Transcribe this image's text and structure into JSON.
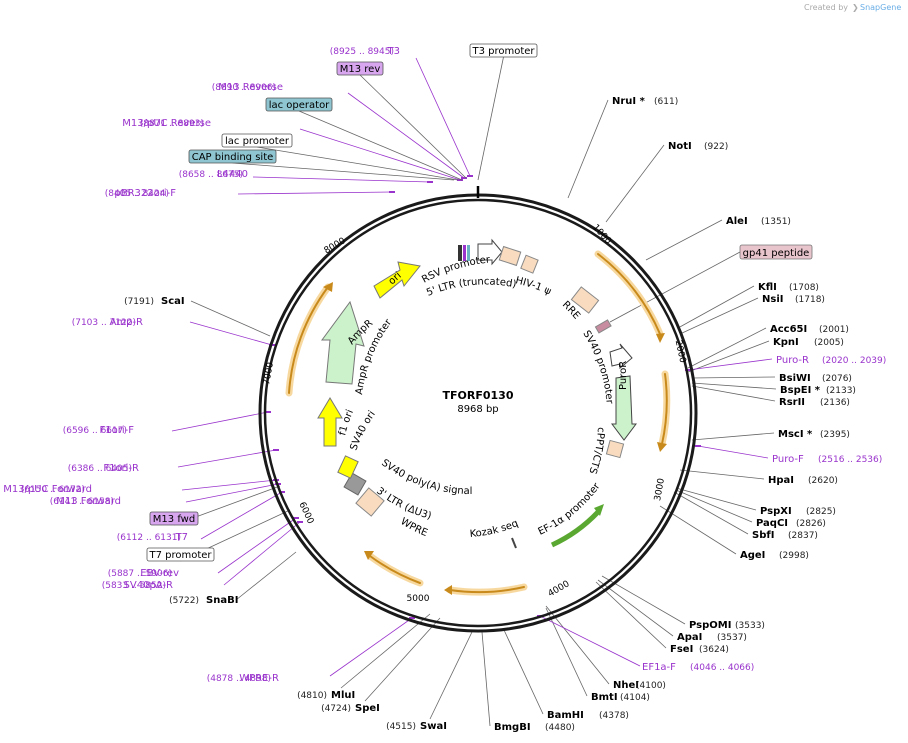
{
  "credit": {
    "created_by": "Created by",
    "brand": "SnapGene"
  },
  "plasmid": {
    "name": "TFORF0130",
    "length_label": "8968 bp",
    "length": 8968
  },
  "tick_labels": [
    "1000",
    "2000",
    "3000",
    "4000",
    "5000",
    "6000",
    "7000",
    "8000"
  ],
  "right_sites": [
    {
      "name": "NruI *",
      "pos": "(611)"
    },
    {
      "name": "NotI",
      "pos": "(922)"
    },
    {
      "name": "AleI",
      "pos": "(1351)"
    },
    {
      "name": "KflI",
      "pos": "(1708)"
    },
    {
      "name": "NsiI",
      "pos": "(1718)"
    },
    {
      "name": "Acc65I",
      "pos": "(2001)"
    },
    {
      "name": "KpnI",
      "pos": "(2005)"
    },
    {
      "name": "BsiWI",
      "pos": "(2076)"
    },
    {
      "name": "BspEI *",
      "pos": "(2133)"
    },
    {
      "name": "RsrII",
      "pos": "(2136)"
    },
    {
      "name": "MscI *",
      "pos": "(2395)"
    },
    {
      "name": "HpaI",
      "pos": "(2620)"
    },
    {
      "name": "PspXI",
      "pos": "(2825)"
    },
    {
      "name": "PaqCI",
      "pos": "(2826)"
    },
    {
      "name": "SbfI",
      "pos": "(2837)"
    },
    {
      "name": "AgeI",
      "pos": "(2998)"
    }
  ],
  "right_primers": [
    {
      "name": "Puro-R",
      "range": "(2020 .. 2039)"
    },
    {
      "name": "Puro-F",
      "range": "(2516 .. 2536)"
    }
  ],
  "right_features": [
    {
      "label": "gp41 peptide"
    }
  ],
  "bottom_sites": [
    {
      "name": "PspOMI",
      "pos": "(3533)"
    },
    {
      "name": "ApaI",
      "pos": "(3537)"
    },
    {
      "name": "FseI",
      "pos": "(3624)"
    },
    {
      "name": "NheI",
      "pos": "(4100)"
    },
    {
      "name": "BmtI",
      "pos": "(4104)"
    },
    {
      "name": "BamHI",
      "pos": "(4378)"
    },
    {
      "name": "BmgBI",
      "pos": "(4480)"
    },
    {
      "name": "SwaI",
      "pos": "(4515)"
    },
    {
      "name": "SpeI",
      "pos": "(4724)"
    },
    {
      "name": "MluI",
      "pos": "(4810)"
    }
  ],
  "bottom_primers": [
    {
      "name": "EF1a-F",
      "range": "(4046 .. 4066)"
    },
    {
      "name": "WPRE-R",
      "range": "(4878 .. 4898)"
    }
  ],
  "left_sites": [
    {
      "name": "ScaI",
      "pos": "(7191)"
    },
    {
      "name": "SnaBI",
      "pos": "(5722)"
    }
  ],
  "left_primers": [
    {
      "name": "T3",
      "range": "(8925 .. 8945)"
    },
    {
      "name": "M13 Reverse",
      "range": "(8890 .. 8906)"
    },
    {
      "name": "M13/pUC Reverse",
      "range": "(8871 .. 8893)"
    },
    {
      "name": "L4440",
      "range": "(8658 .. 8675)"
    },
    {
      "name": "pBR322ori-F",
      "range": "(8405 .. 8424)"
    },
    {
      "name": "Amp-R",
      "range": "(7103 .. 7122)"
    },
    {
      "name": "F1ori-F",
      "range": "(6596 .. 6617)"
    },
    {
      "name": "F1ori-R",
      "range": "(6386 .. 6405)"
    },
    {
      "name": "M13/pUC Forward",
      "range": "(6150 .. 6172)"
    },
    {
      "name": "M13 Forward",
      "range": "(6141 .. 6158)"
    },
    {
      "name": "T7",
      "range": "(6112 .. 6131)"
    },
    {
      "name": "EBV-rev",
      "range": "(5887 .. 5906)"
    },
    {
      "name": "SV40pA-R",
      "range": "(5833 .. 5852)"
    }
  ],
  "boxed_features": [
    {
      "label": "T3 promoter",
      "style": "white"
    },
    {
      "label": "M13 rev",
      "style": "purple"
    },
    {
      "label": "lac operator",
      "style": "teal"
    },
    {
      "label": "lac promoter",
      "style": "white"
    },
    {
      "label": "CAP binding site",
      "style": "teal"
    },
    {
      "label": "M13 fwd",
      "style": "purple"
    },
    {
      "label": "T7 promoter",
      "style": "white"
    }
  ],
  "inner_features": [
    "RSV promoter",
    "5' LTR (truncated)",
    "HIV-1 ψ",
    "RRE",
    "SV40 promoter",
    "PuroR",
    "cPPT/CTS",
    "EF-1α promoter",
    "Kozak sequence",
    "WPRE",
    "3' LTR (ΔU3)",
    "SV40 poly(A) signal",
    "SV40 ori",
    "f1 ori",
    "AmpR promoter",
    "AmpR",
    "ori"
  ],
  "colors": {
    "backbone": "#1a1a1a",
    "orf_arrow": "#c98a1c",
    "orf_glow": "#f7d9a0",
    "primer": "#9933cc",
    "teal_box": "#8ec5d0",
    "purple_box": "#d7a6ee",
    "pink_box": "#e8c4cc",
    "ori_yellow": "#ffff00",
    "ampr_green": "#ccf2cc",
    "ltr_peach": "#f9dcbf",
    "ef1a_green": "#5aa832"
  }
}
